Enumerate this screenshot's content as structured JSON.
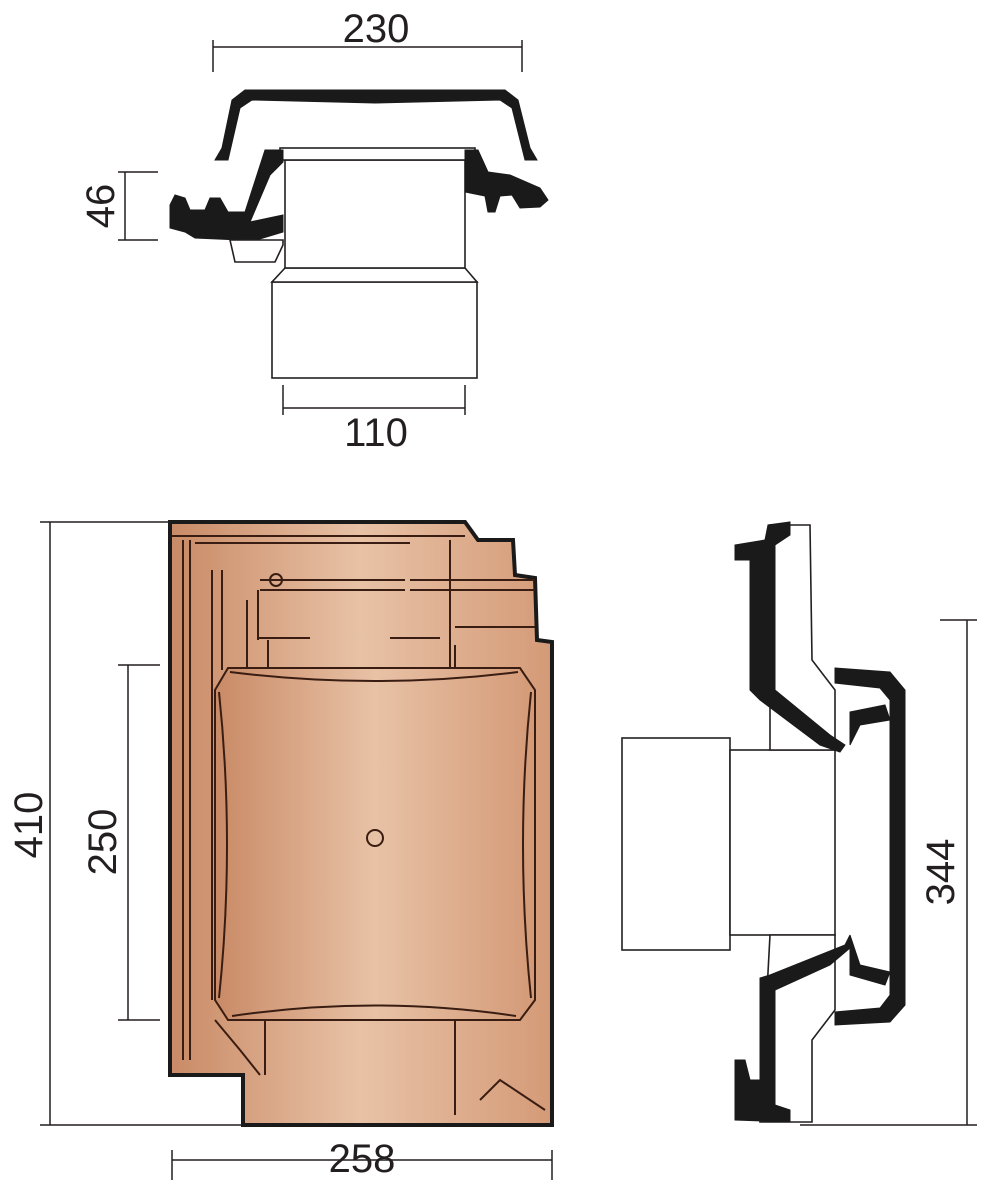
{
  "title": "Roof tile ventilation pipe outlet - dimension drawing",
  "dimensions": {
    "cap_width": "230",
    "flange_height": "46",
    "pipe_diameter": "110",
    "tile_length": "410",
    "cover_length": "250",
    "tile_width": "258",
    "side_height": "344"
  },
  "colors": {
    "tile": "#d9a27f",
    "tile_light": "#e8c2a6",
    "line": "#231f20"
  }
}
